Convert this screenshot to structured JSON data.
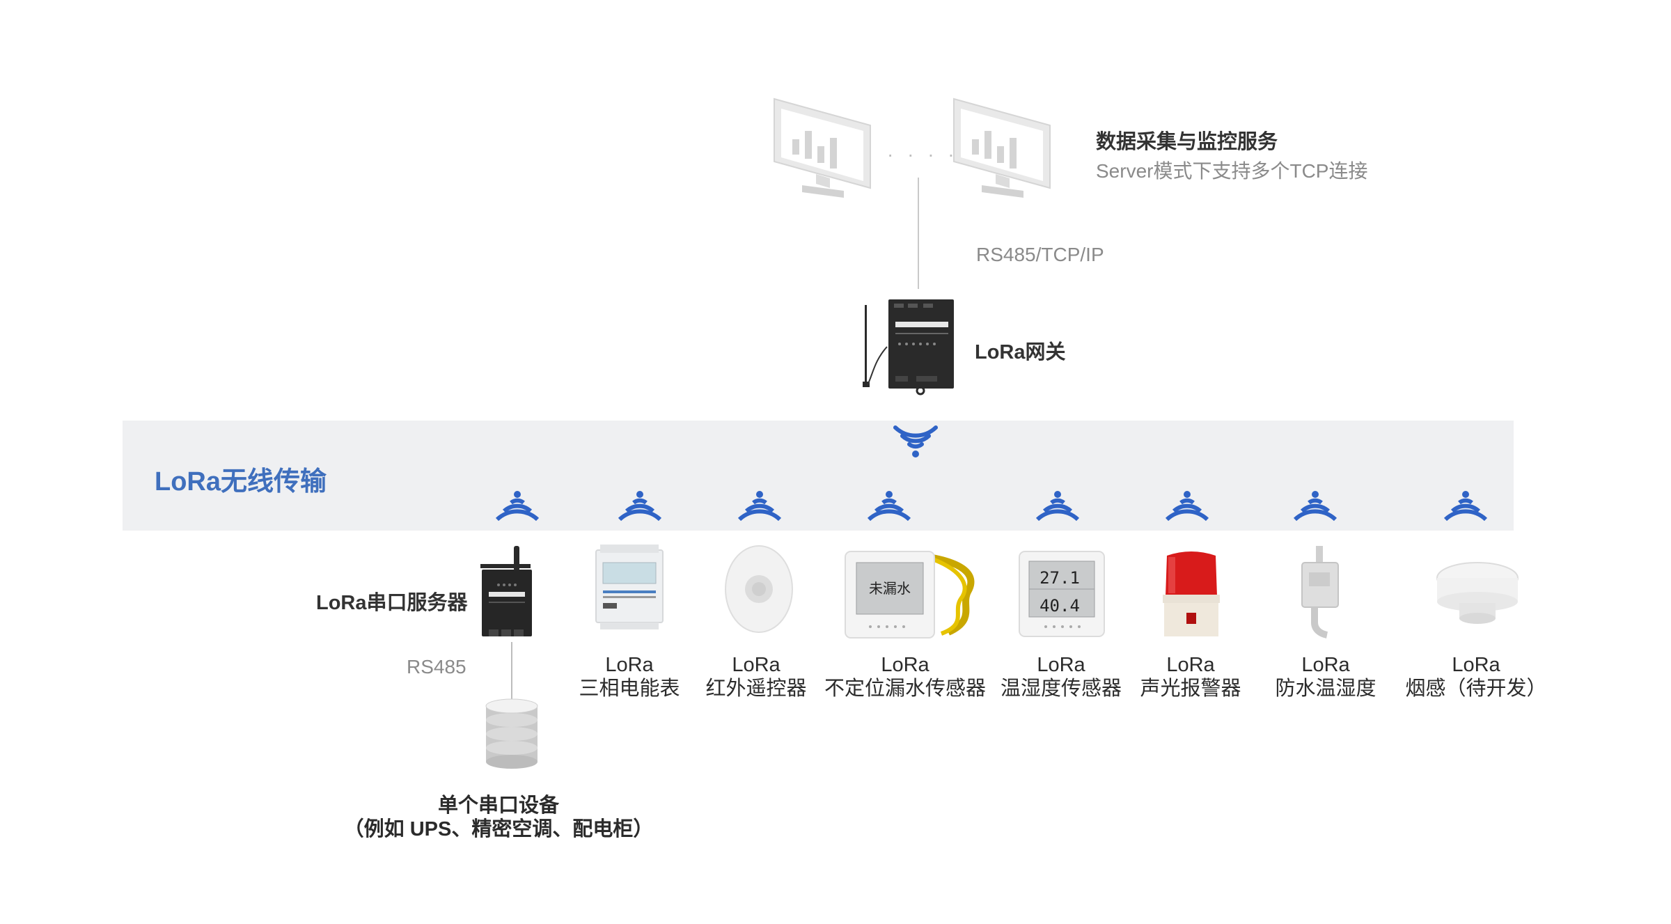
{
  "server": {
    "title": "数据采集与监控服务",
    "subtitle": "Server模式下支持多个TCP连接",
    "dots": "· · · ·"
  },
  "links": {
    "server_gateway": "RS485/TCP/IP",
    "serial_device": "RS485"
  },
  "gateway": {
    "label": "LoRa网关"
  },
  "band": {
    "title": "LoRa无线传输"
  },
  "serial_server": {
    "label": "LoRa串口服务器"
  },
  "serial_device": {
    "line1": "单个串口设备",
    "line2": "（例如 UPS、精密空调、配电柜）"
  },
  "devices": [
    {
      "line1": "LoRa",
      "line2": "三相电能表"
    },
    {
      "line1": "LoRa",
      "line2": "红外遥控器"
    },
    {
      "line1": "LoRa",
      "line2": "不定位漏水传感器",
      "display": "未漏水"
    },
    {
      "line1": "LoRa",
      "line2": "温湿度传感器",
      "display_top": "27.1",
      "display_bottom": "40.4"
    },
    {
      "line1": "LoRa",
      "line2": "声光报警器"
    },
    {
      "line1": "LoRa",
      "line2": "防水温湿度"
    },
    {
      "line1": "LoRa",
      "line2": "烟感（待开发）"
    }
  ],
  "colors": {
    "wifi": "#2f63c6",
    "band": "#eff0f2",
    "accent": "#3f6fbd"
  }
}
